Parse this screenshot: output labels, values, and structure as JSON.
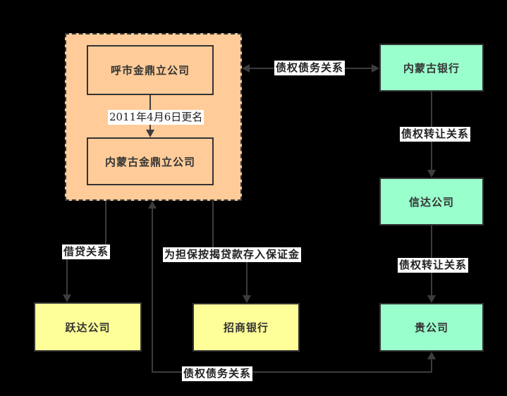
{
  "diagram": {
    "type": "flowchart",
    "colors": {
      "bg": "#000000",
      "orange": "#ffcc99",
      "green": "#99ffcc",
      "yellow": "#ffff99",
      "border": "#333333",
      "line": "#3c3c3c",
      "label_bg": "#ffffff",
      "text": "#333333"
    },
    "nodes": {
      "hushi_jindingli": {
        "label": "呼市金鼎立公司",
        "group": "dashed-orange-group"
      },
      "neimenggu_jindingli": {
        "label": "内蒙古金鼎立公司",
        "group": "dashed-orange-group"
      },
      "neimenggu_bank": {
        "label": "内蒙古银行"
      },
      "xinda_company": {
        "label": "信达公司"
      },
      "gui_company": {
        "label": "贵公司"
      },
      "yueda_company": {
        "label": "跃达公司"
      },
      "zhaoshang_bank": {
        "label": "招商银行"
      }
    },
    "edges": {
      "rename": {
        "label": "2011年4月6日更名",
        "from": "呼市金鼎立公司",
        "to": "内蒙古金鼎立公司",
        "arrows": "to"
      },
      "debt_top": {
        "label": "债权债务关系",
        "from": "呼市金鼎立公司",
        "to": "内蒙古银行",
        "arrows": "both"
      },
      "transfer_1": {
        "label": "债权转让关系",
        "from": "内蒙古银行",
        "to": "信达公司",
        "arrows": "to"
      },
      "transfer_2": {
        "label": "债权转让关系",
        "from": "信达公司",
        "to": "贵公司",
        "arrows": "to"
      },
      "loan": {
        "label": "借贷关系",
        "from": "内蒙古金鼎立公司",
        "to": "跃达公司",
        "arrows": "to"
      },
      "deposit": {
        "label": "为担保按揭贷款存入保证金",
        "from": "内蒙古金鼎立公司",
        "to": "招商银行",
        "arrows": "to"
      },
      "debt_bottom": {
        "label": "债权债务关系",
        "from": "贵公司",
        "to": "内蒙古金鼎立公司",
        "arrows": "both"
      }
    }
  }
}
